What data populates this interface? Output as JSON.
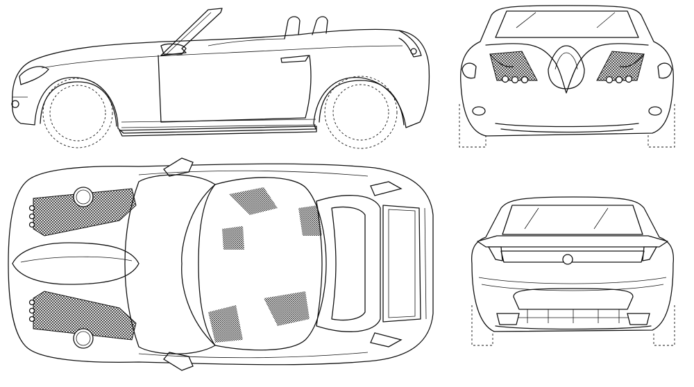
{
  "drawing": {
    "views": [
      "side-view",
      "front-view",
      "top-view",
      "rear-view"
    ],
    "colors": {
      "line": "#111111",
      "background": "#ffffff"
    }
  }
}
